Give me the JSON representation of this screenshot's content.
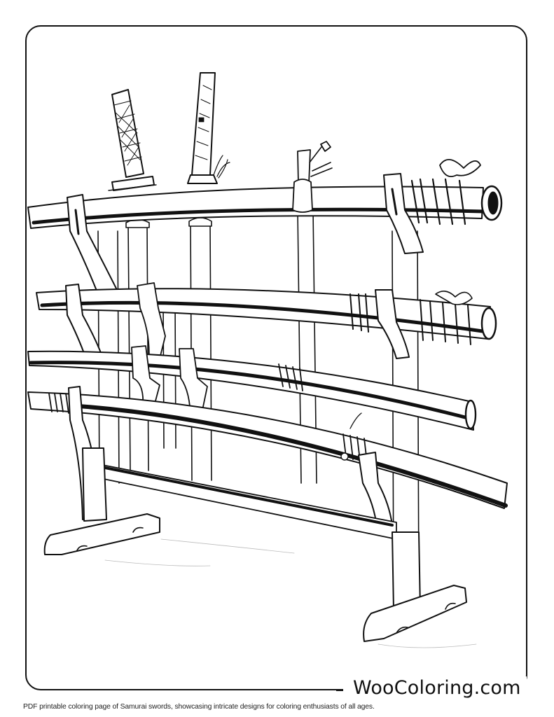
{
  "page": {
    "type": "coloring-page",
    "subject": "Samurai swords on a wooden katana rack",
    "frame": {
      "style": "rounded-rectangle",
      "stroke_color": "#111111"
    }
  },
  "illustration": {
    "description": "Line-art of a four-tier wooden sword stand holding three sheathed katanas and one standing tanto/wakizashi handles",
    "elements": [
      {
        "name": "upright-handle-left",
        "label": "Wrapped tsuka (hilt) with tsuba"
      },
      {
        "name": "upright-handle-center",
        "label": "Wrapped tsuka (hilt) with tassel"
      },
      {
        "name": "small-handle-tied",
        "label": "Small tied handle with cord"
      },
      {
        "name": "tier-1-saya",
        "label": "Top scabbard with wrapped end and bow"
      },
      {
        "name": "tier-2-saya",
        "label": "Second scabbard with wrapped end and bow"
      },
      {
        "name": "tier-3-saya",
        "label": "Third scabbard with cord wrap"
      },
      {
        "name": "tier-4-saya",
        "label": "Bottom long scabbard with cord tie"
      },
      {
        "name": "rack-stand-left",
        "label": "Left stand foot"
      },
      {
        "name": "rack-stand-right",
        "label": "Right stand foot"
      },
      {
        "name": "rack-crossbar",
        "label": "Lower crossbar"
      }
    ]
  },
  "watermark": {
    "text": "WooColoring.com"
  },
  "caption": {
    "text": "PDF printable coloring page of Samurai swords, showcasing intricate designs for coloring enthusiasts of all ages."
  }
}
